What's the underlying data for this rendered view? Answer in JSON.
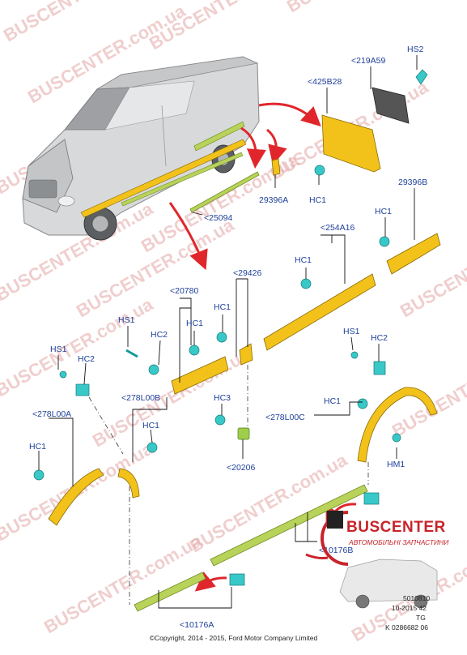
{
  "watermark": {
    "brand": "BUSCENTER",
    "domain": ".com.ua"
  },
  "labels": {
    "hs2_top": "HS2",
    "p219A59": "<219A59",
    "p425B28": "<425B28",
    "hc1_a": "HC1",
    "p29396A": "29396A",
    "p29396B": "29396B",
    "p25094": "<25094",
    "hc1_b": "HC1",
    "p254A16": "<254A16",
    "hc1_c": "HC1",
    "p29426": "<29426",
    "p20780": "<20780",
    "hc1_d": "HC1",
    "hs1_a": "HS1",
    "hc2_a": "HC2",
    "hc1_e": "HC1",
    "hs1_b": "HS1",
    "hc2_b": "HC2",
    "hs1_c": "HS1",
    "hc2_c": "HC2",
    "p278L00B": "<278L00B",
    "hc1_f": "HC1",
    "hc3": "HC3",
    "p278L00A": "<278L00A",
    "hc1_g": "HC1",
    "hc1_h": "HC1",
    "p278L00C": "<278L00C",
    "hm1": "HM1",
    "p20206": "<20206",
    "p10176B": "<10176B",
    "p10176A": "<10176A"
  },
  "brand": {
    "name": "BUSCENTER",
    "sub": "АВТОМОБІЛЬНІ ЗАПЧАСТИНИ"
  },
  "codes": {
    "line1": "5010810",
    "line2": "10-2015 42",
    "line3": "TG",
    "line4": "K 0286682 06"
  },
  "copyright": "©Copyright, 2014 - 2015, Ford Motor Company Limited"
}
